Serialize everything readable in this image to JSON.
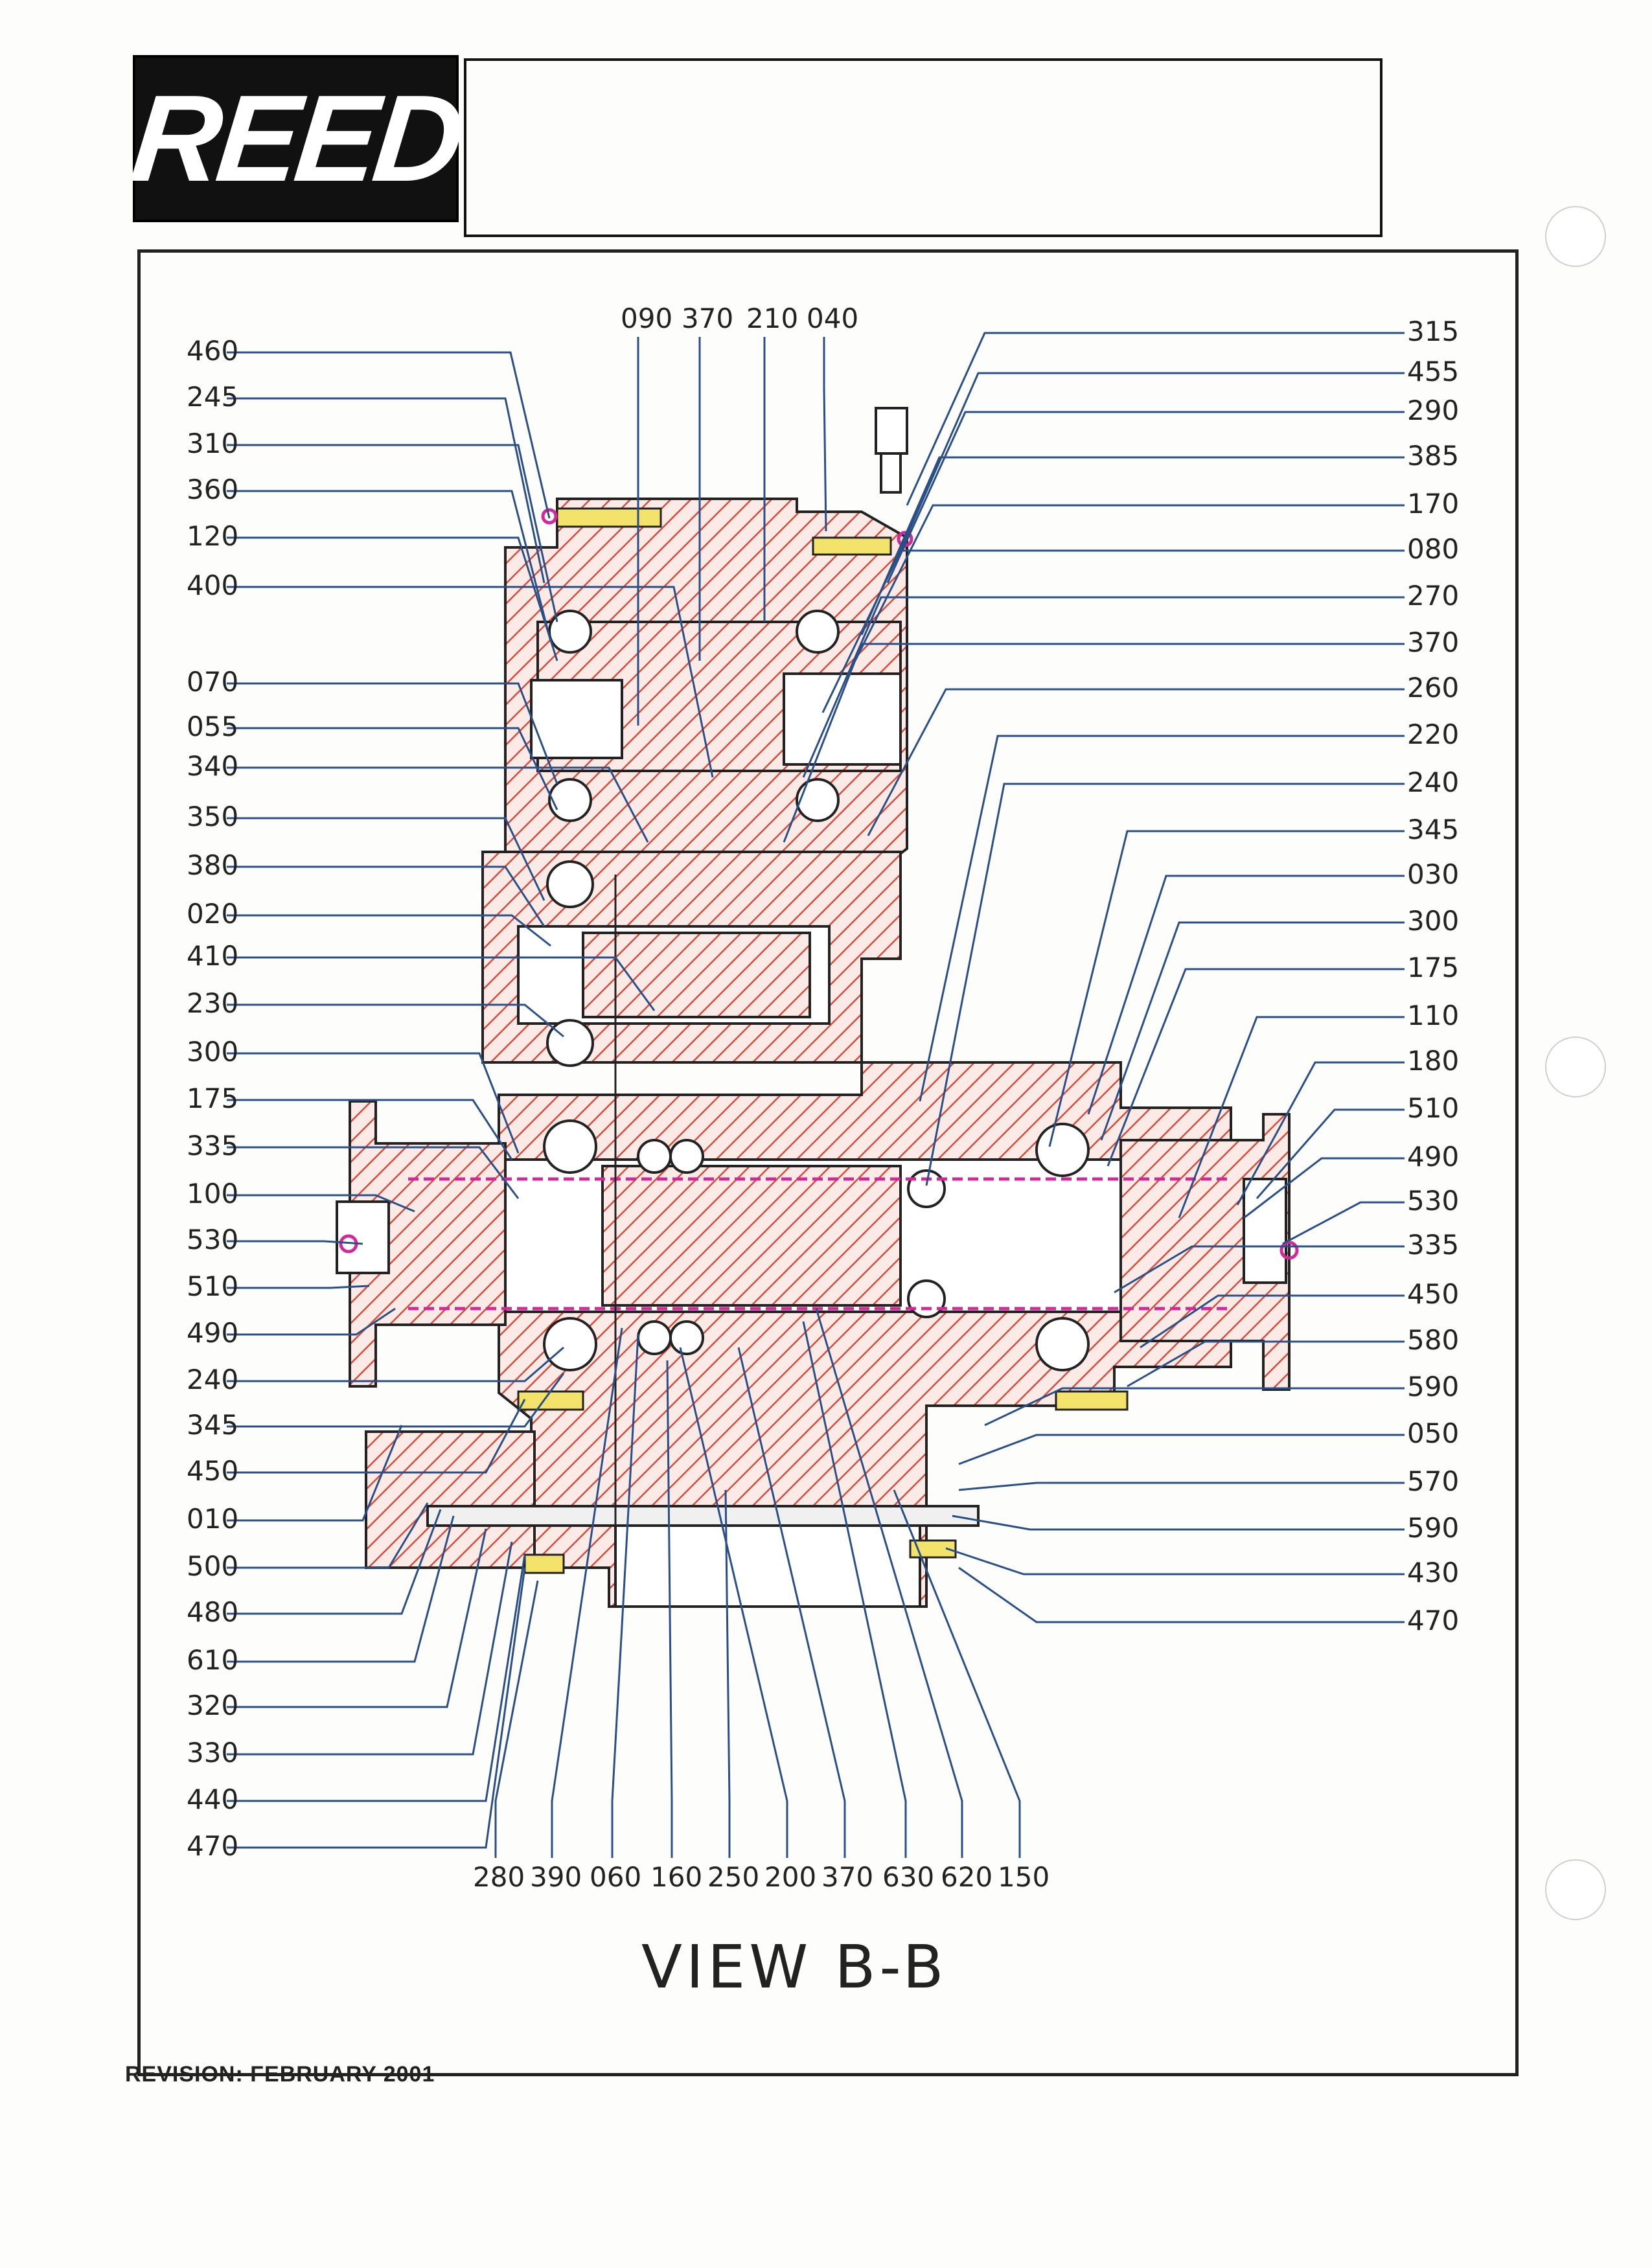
{
  "logo": {
    "text": "REED"
  },
  "revision": "REVISION:  FEBRUARY 2001",
  "view_title": "VIEW B-B",
  "colors": {
    "hatch": "#d84a3a",
    "leader": "#2a4f86",
    "outline": "#222222",
    "bolt": "#e9d23a",
    "seal": "#d02a9a"
  },
  "callouts": {
    "left": [
      "460",
      "245",
      "310",
      "360",
      "120",
      "400",
      "070",
      "055",
      "340",
      "350",
      "380",
      "020",
      "410",
      "230",
      "300",
      "175",
      "335",
      "100",
      "530",
      "510",
      "490",
      "240",
      "345",
      "450",
      "010",
      "500",
      "480",
      "610",
      "320",
      "330",
      "440",
      "470"
    ],
    "right": [
      "315",
      "455",
      "290",
      "385",
      "170",
      "080",
      "270",
      "370",
      "260",
      "220",
      "240",
      "345",
      "030",
      "300",
      "175",
      "110",
      "180",
      "510",
      "490",
      "530",
      "335",
      "450",
      "580",
      "590",
      "050",
      "570",
      "590",
      "430",
      "470"
    ],
    "top": [
      "090",
      "370",
      "210",
      "040"
    ],
    "bottom": [
      "280",
      "390",
      "060",
      "160",
      "250",
      "200",
      "370",
      "630",
      "620",
      "150"
    ]
  }
}
